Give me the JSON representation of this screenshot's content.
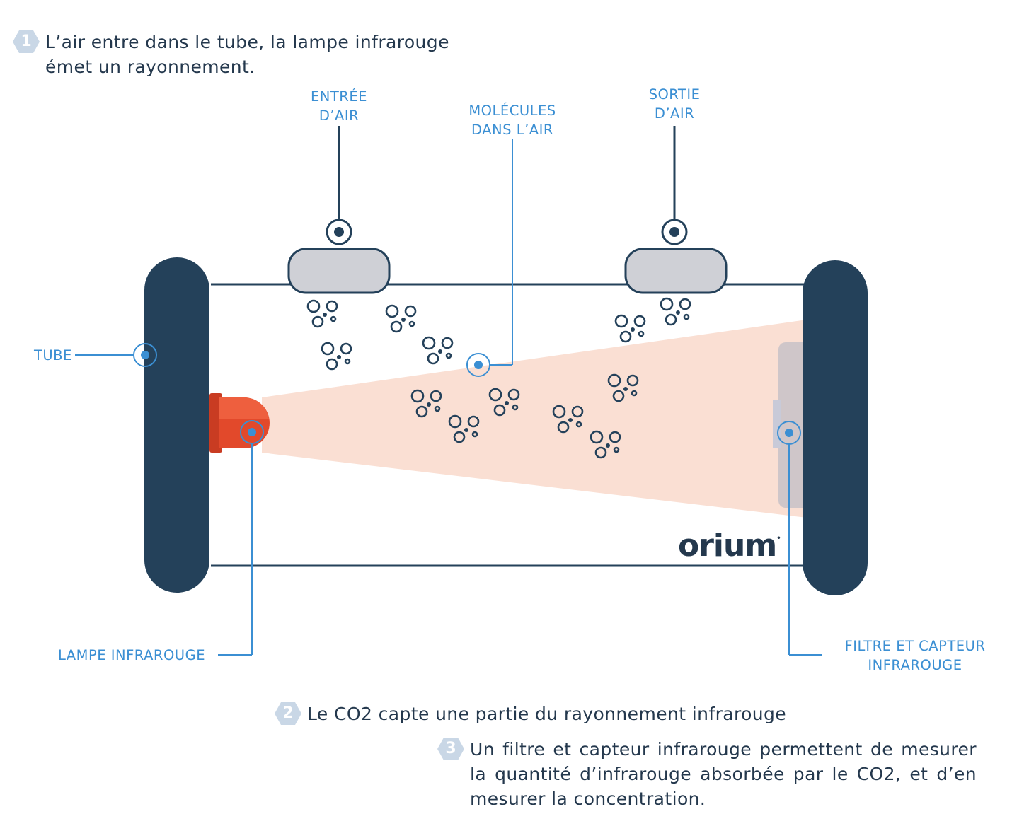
{
  "steps": [
    {
      "number": "1",
      "text_line1": "L’air entre dans le tube, la lampe infrarouge",
      "text_line2": "émet un rayonnement."
    },
    {
      "number": "2",
      "text": "Le CO2 capte une partie du rayonnement infrarouge"
    },
    {
      "number": "3",
      "text": "Un filtre et capteur infrarouge permettent de mesurer la quantité d’infrarouge absorbée par le CO2, et d’en mesurer la concentration."
    }
  ],
  "labels": {
    "air_inlet_1": "ENTRÉE",
    "air_inlet_2": "D’AIR",
    "molecules_1": "MOLÉCULES",
    "molecules_2": "DANS L’AIR",
    "air_outlet_1": "SORTIE",
    "air_outlet_2": "D’AIR",
    "tube": "TUBE",
    "ir_lamp": "LAMPE INFRAROUGE",
    "sensor_1": "FILTRE ET CAPTEUR",
    "sensor_2": "INFRAROUGE"
  },
  "logo": {
    "text": "orium",
    "mark": "•"
  },
  "colors": {
    "navy": "#24415a",
    "accent_blue": "#3b8fd3",
    "lamp_red": "#e2492b",
    "beam": "#fadfd3",
    "cap_grey": "#cfd0d6",
    "hex_grey": "#c9d7e6"
  }
}
